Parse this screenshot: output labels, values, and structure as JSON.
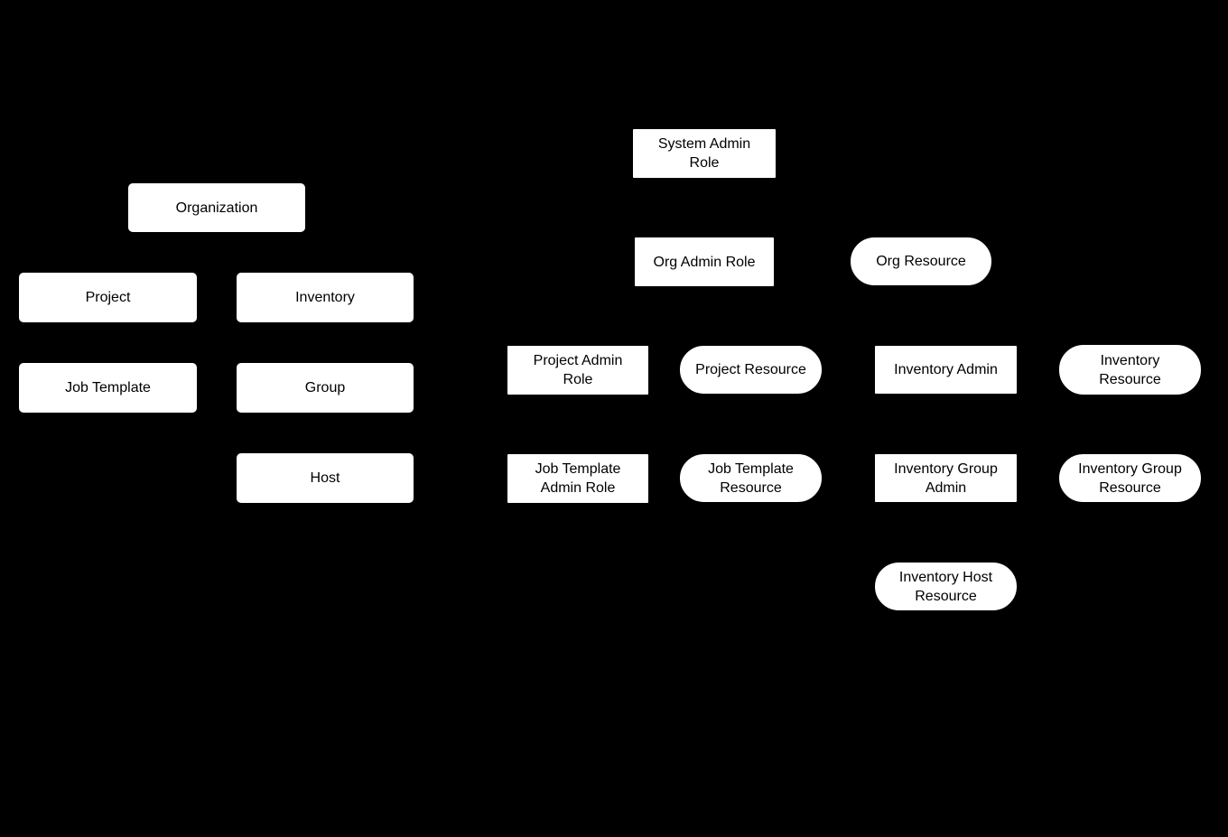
{
  "diagram": {
    "background_color": "#000000",
    "node_fill_color": "#ffffff",
    "node_text_color": "#000000",
    "nodes": {
      "organization": {
        "label": "Organization",
        "shape": "rectangle"
      },
      "project": {
        "label": "Project",
        "shape": "rectangle"
      },
      "inventory": {
        "label": "Inventory",
        "shape": "rectangle"
      },
      "job_template": {
        "label": "Job Template",
        "shape": "rectangle"
      },
      "group": {
        "label": "Group",
        "shape": "rectangle"
      },
      "host": {
        "label": "Host",
        "shape": "rectangle"
      },
      "system_admin_role": {
        "label": "System Admin\nRole",
        "shape": "rectangle"
      },
      "org_admin_role": {
        "label": "Org Admin Role",
        "shape": "rectangle"
      },
      "org_resource": {
        "label": "Org Resource",
        "shape": "stadium"
      },
      "project_admin_role": {
        "label": "Project Admin\nRole",
        "shape": "rectangle"
      },
      "project_resource": {
        "label": "Project Resource",
        "shape": "stadium"
      },
      "inventory_admin": {
        "label": "Inventory Admin",
        "shape": "rectangle"
      },
      "inventory_resource": {
        "label": "Inventory\nResource",
        "shape": "stadium"
      },
      "job_template_admin_role": {
        "label": "Job Template\nAdmin Role",
        "shape": "rectangle"
      },
      "job_template_resource": {
        "label": "Job Template\nResource",
        "shape": "stadium"
      },
      "inventory_group_admin": {
        "label": "Inventory Group\nAdmin",
        "shape": "rectangle"
      },
      "inventory_group_resource": {
        "label": "Inventory Group\nResource",
        "shape": "stadium"
      },
      "inventory_host_resource": {
        "label": "Inventory Host\nResource",
        "shape": "stadium"
      }
    }
  }
}
